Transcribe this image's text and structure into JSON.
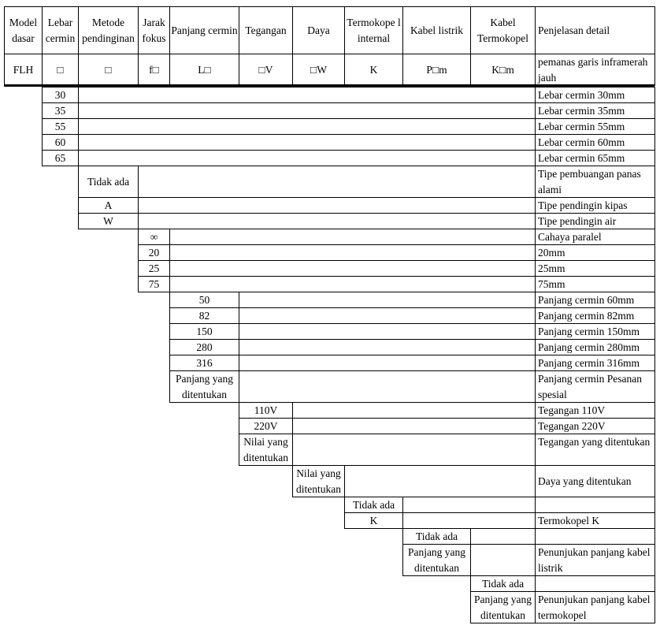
{
  "header": {
    "titles": [
      "Model dasar",
      "Lebar cermin",
      "Metode pendinginan",
      "Jarak fokus",
      "Panjang cermin",
      "Tegangan",
      "Daya",
      "Termokope l internal",
      "Kabel listrik",
      "Kabel Termokopel",
      "Penjelasan detail"
    ],
    "codes": [
      "FLH",
      "□",
      "□",
      "f□",
      "L□",
      "□V",
      "□W",
      "K",
      "P□m",
      "K□m",
      "pemanas garis inframerah jauh"
    ]
  },
  "groups": [
    {
      "name": "lebar-cermin",
      "rows": [
        {
          "value": "30",
          "desc": "Lebar cermin 30mm"
        },
        {
          "value": "35",
          "desc": "Lebar cermin 35mm"
        },
        {
          "value": "55",
          "desc": "Lebar cermin 55mm"
        },
        {
          "value": "60",
          "desc": "Lebar cermin 60mm"
        },
        {
          "value": "65",
          "desc": "Lebar cermin 65mm"
        }
      ]
    },
    {
      "name": "metode-pendinginan",
      "rows": [
        {
          "value": "Tidak ada",
          "desc": "Tipe pembuangan panas alami"
        },
        {
          "value": "A",
          "desc": "Tipe pendingin kipas"
        },
        {
          "value": "W",
          "desc": "Tipe pendingin air"
        }
      ]
    },
    {
      "name": "jarak-fokus",
      "rows": [
        {
          "value": "∞",
          "desc": "Cahaya paralel"
        },
        {
          "value": "20",
          "desc": "20mm"
        },
        {
          "value": "25",
          "desc": "25mm"
        },
        {
          "value": "75",
          "desc": "75mm"
        }
      ]
    },
    {
      "name": "panjang-cermin",
      "rows": [
        {
          "value": "50",
          "desc": "Panjang cermin 60mm"
        },
        {
          "value": "82",
          "desc": "Panjang cermin 82mm"
        },
        {
          "value": "150",
          "desc": "Panjang cermin 150mm"
        },
        {
          "value": "280",
          "desc": "Panjang cermin 280mm"
        },
        {
          "value": "316",
          "desc": "Panjang cermin 316mm"
        },
        {
          "value": "Panjang yang ditentukan",
          "desc": "Panjang cermin Pesanan spesial"
        }
      ]
    },
    {
      "name": "tegangan",
      "rows": [
        {
          "value": "110V",
          "desc": "Tegangan 110V"
        },
        {
          "value": "220V",
          "desc": "Tegangan 220V"
        },
        {
          "value": "Nilai yang ditentukan",
          "desc": "Tegangan yang ditentukan"
        }
      ]
    },
    {
      "name": "daya",
      "rows": [
        {
          "value": "Nilai yang ditentukan",
          "desc": "Daya yang ditentukan"
        }
      ]
    },
    {
      "name": "termokopel-internal",
      "rows": [
        {
          "value": "Tidak ada",
          "desc": ""
        },
        {
          "value": "K",
          "desc": "Termokopel K"
        }
      ]
    },
    {
      "name": "kabel-listrik",
      "rows": [
        {
          "value": "Tidak ada",
          "desc": ""
        },
        {
          "value": "Panjang yang ditentukan",
          "desc": "Penunjukan panjang kabel listrik"
        }
      ]
    },
    {
      "name": "kabel-termokopel",
      "rows": [
        {
          "value": "Tidak ada",
          "desc": ""
        },
        {
          "value": "Panjang yang ditentukan",
          "desc": "Penunjukan panjang kabel termokopel"
        }
      ]
    }
  ]
}
